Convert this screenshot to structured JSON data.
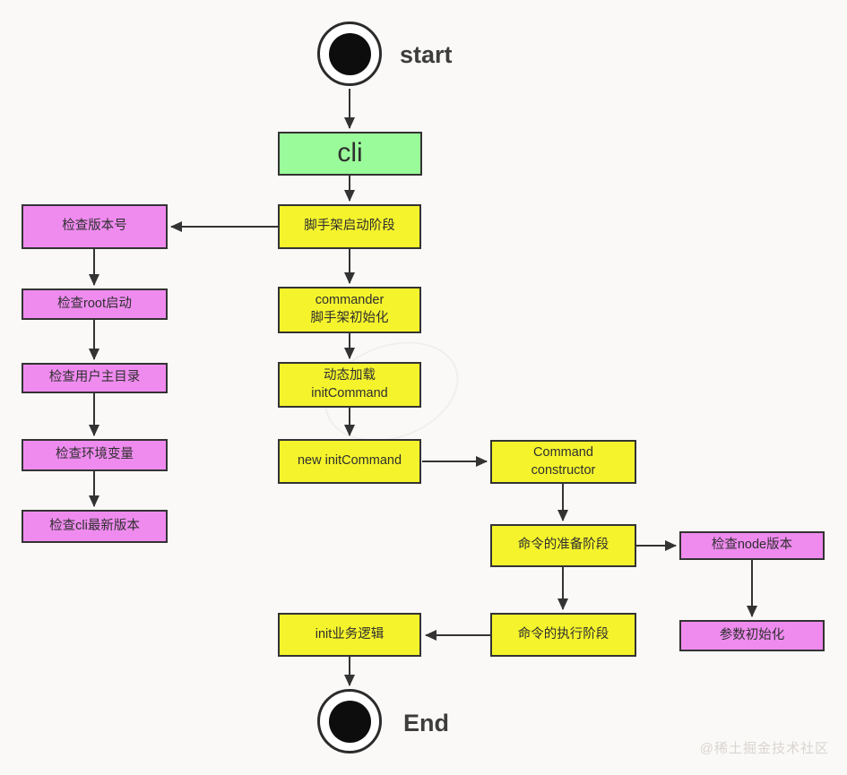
{
  "diagram": {
    "type": "flowchart",
    "start": {
      "label": "start"
    },
    "end": {
      "label": "End"
    },
    "watermark": "@稀土掘金技术社区",
    "colors": {
      "node_yellow": "#f5f42c",
      "node_pink": "#ef8bef",
      "node_green": "#9afb9a",
      "border": "#333333",
      "arrow": "#333333",
      "background": "#faf9f7"
    },
    "nodes": {
      "cli": {
        "label": "cli",
        "color": "green"
      },
      "scaffold_start": {
        "label": "脚手架启动阶段",
        "color": "yellow"
      },
      "check_version": {
        "label": "检查版本号",
        "color": "pink"
      },
      "check_root": {
        "label": "检查root启动",
        "color": "pink"
      },
      "check_user_home": {
        "label": "检查用户主目录",
        "color": "pink"
      },
      "check_env": {
        "label": "检查环境变量",
        "color": "pink"
      },
      "check_cli_latest": {
        "label": "检查cli最新版本",
        "color": "pink"
      },
      "commander_init": {
        "label": "commander\n脚手架初始化",
        "color": "yellow"
      },
      "dynamic_load": {
        "label": "动态加载\ninitCommand",
        "color": "yellow"
      },
      "new_init_command": {
        "label": "new initCommand",
        "color": "yellow"
      },
      "command_constructor": {
        "label": "Command\nconstructor",
        "color": "yellow"
      },
      "command_prepare": {
        "label": "命令的准备阶段",
        "color": "yellow"
      },
      "check_node_version": {
        "label": "检查node版本",
        "color": "pink"
      },
      "param_init": {
        "label": "参数初始化",
        "color": "pink"
      },
      "command_execute": {
        "label": "命令的执行阶段",
        "color": "yellow"
      },
      "init_business_logic": {
        "label": "init业务逻辑",
        "color": "yellow"
      }
    },
    "edges": [
      {
        "from": "start",
        "to": "cli"
      },
      {
        "from": "cli",
        "to": "scaffold_start"
      },
      {
        "from": "scaffold_start",
        "to": "check_version"
      },
      {
        "from": "check_version",
        "to": "check_root"
      },
      {
        "from": "check_root",
        "to": "check_user_home"
      },
      {
        "from": "check_user_home",
        "to": "check_env"
      },
      {
        "from": "check_env",
        "to": "check_cli_latest"
      },
      {
        "from": "scaffold_start",
        "to": "commander_init"
      },
      {
        "from": "commander_init",
        "to": "dynamic_load"
      },
      {
        "from": "dynamic_load",
        "to": "new_init_command"
      },
      {
        "from": "new_init_command",
        "to": "command_constructor"
      },
      {
        "from": "command_constructor",
        "to": "command_prepare"
      },
      {
        "from": "command_prepare",
        "to": "check_node_version"
      },
      {
        "from": "check_node_version",
        "to": "param_init"
      },
      {
        "from": "command_prepare",
        "to": "command_execute"
      },
      {
        "from": "command_execute",
        "to": "init_business_logic"
      },
      {
        "from": "init_business_logic",
        "to": "end"
      }
    ]
  }
}
